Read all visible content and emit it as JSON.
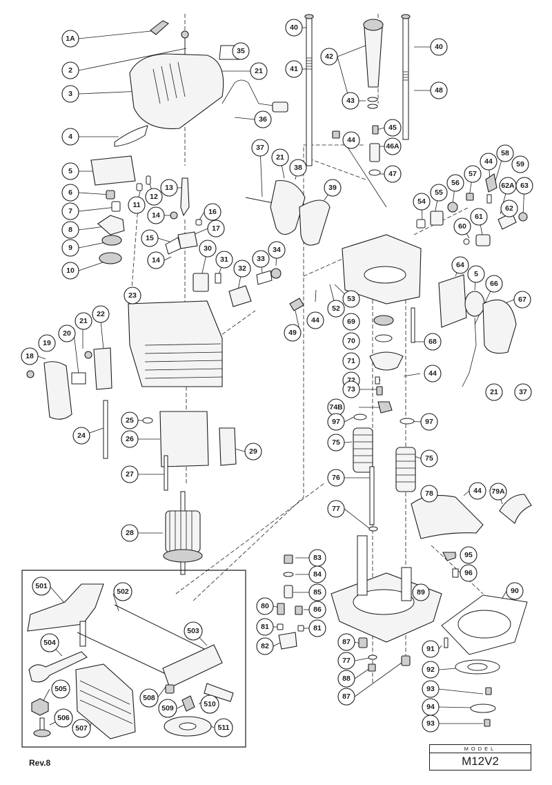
{
  "revision": "Rev.8",
  "model": {
    "label": "MODEL",
    "value": "M12V2"
  },
  "callouts": [
    "1A",
    "2",
    "3",
    "4",
    "5",
    "6",
    "7",
    "8",
    "9",
    "10",
    "11",
    "12",
    "13",
    "14",
    "14",
    "15",
    "16",
    "17",
    "18",
    "19",
    "20",
    "21",
    "21",
    "21",
    "21",
    "22",
    "23",
    "24",
    "25",
    "26",
    "27",
    "28",
    "29",
    "30",
    "31",
    "32",
    "33",
    "34",
    "35",
    "36",
    "37",
    "37",
    "38",
    "39",
    "40",
    "40",
    "41",
    "42",
    "43",
    "44",
    "44",
    "44",
    "44",
    "44",
    "45",
    "46A",
    "47",
    "48",
    "49",
    "5",
    "52",
    "53",
    "54",
    "55",
    "56",
    "57",
    "58",
    "59",
    "60",
    "61",
    "62",
    "62A",
    "63",
    "64",
    "66",
    "67",
    "68",
    "69",
    "70",
    "71",
    "72",
    "73",
    "74B",
    "75",
    "75",
    "76",
    "77",
    "77",
    "78",
    "79A",
    "80",
    "81",
    "81",
    "82",
    "83",
    "84",
    "85",
    "86",
    "87",
    "87",
    "88",
    "89",
    "90",
    "91",
    "92",
    "93",
    "93",
    "94",
    "95",
    "96",
    "97",
    "97",
    "501",
    "502",
    "503",
    "504",
    "505",
    "506",
    "507",
    "508",
    "509",
    "510",
    "511"
  ]
}
